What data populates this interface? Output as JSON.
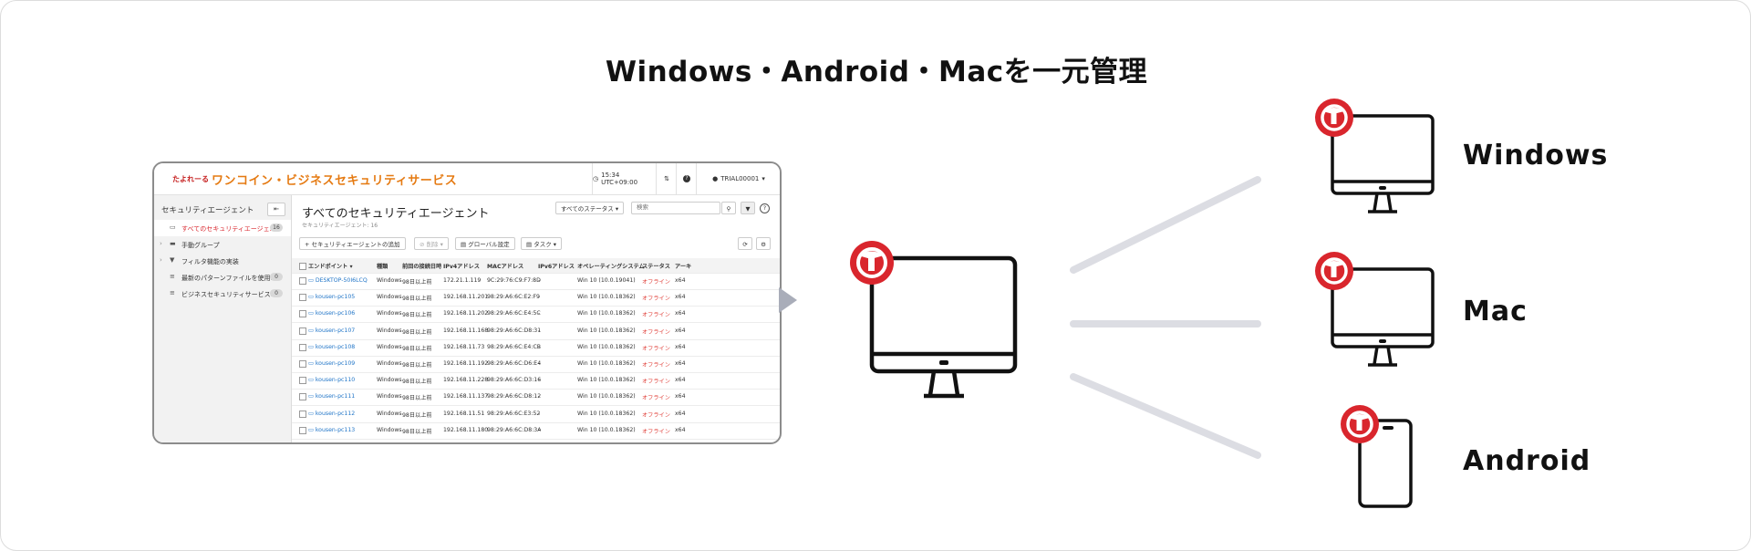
{
  "title": "Windows・Android・Macを一元管理",
  "app": {
    "brand_small": "たよれーる",
    "brand_name": "ワンコイン・ビジネスセキュリティサービス",
    "time": "15:34 UTC+09:00",
    "account": "TRIAL00001",
    "sidebar": {
      "heading": "セキュリティエージェント",
      "items": [
        {
          "label": "すべてのセキュリティエージェ...",
          "count": "16",
          "selected": true
        },
        {
          "label": "手動グループ",
          "count": "",
          "selected": false
        },
        {
          "label": "フィルタ機能の実装",
          "count": "",
          "selected": false
        },
        {
          "label": "最新のパターンファイルを使用...",
          "count": "0",
          "selected": false
        },
        {
          "label": "ビジネスセキュリティサービス...",
          "count": "0",
          "selected": false
        }
      ]
    },
    "main_title": "すべてのセキュリティエージェント",
    "main_sub": "セキュリティエージェント: 16",
    "status_filter": "すべてのステータス",
    "search_placeholder": "検索",
    "toolbar": {
      "add": "セキュリティエージェントの追加",
      "delete": "削除",
      "global": "グローバル設定",
      "task": "タスク"
    },
    "columns": [
      "エンドポイント",
      "種類",
      "前回の接続日時",
      "IPv4アドレス",
      "MACアドレス",
      "IPv6アドレス",
      "オペレーティングシステム",
      "ステータス",
      "アーキ"
    ],
    "rows": [
      [
        "DESKTOP-50I6LCQ",
        "Windows",
        "98日以上前",
        "172.21.1.119",
        "9C:29:76:C9:F7:8D",
        "-",
        "Win 10 (10.0.19041)",
        "オフライン",
        "x64"
      ],
      [
        "kousen-pc105",
        "Windows",
        "98日以上前",
        "192.168.11.201",
        "98:29:A6:6C:E2:F9",
        "-",
        "Win 10 (10.0.18362)",
        "オフライン",
        "x64"
      ],
      [
        "kousen-pc106",
        "Windows",
        "98日以上前",
        "192.168.11.202",
        "98:29:A6:6C:E4:5C",
        "-",
        "Win 10 (10.0.18362)",
        "オフライン",
        "x64"
      ],
      [
        "kousen-pc107",
        "Windows",
        "98日以上前",
        "192.168.11.168",
        "98:29:A6:6C:D8:31",
        "-",
        "Win 10 (10.0.18362)",
        "オフライン",
        "x64"
      ],
      [
        "kousen-pc108",
        "Windows",
        "98日以上前",
        "192.168.11.73",
        "98:29:A6:6C:E4:CB",
        "-",
        "Win 10 (10.0.18362)",
        "オフライン",
        "x64"
      ],
      [
        "kousen-pc109",
        "Windows",
        "98日以上前",
        "192.168.11.192",
        "98:29:A6:6C:D6:E4",
        "-",
        "Win 10 (10.0.18362)",
        "オフライン",
        "x64"
      ],
      [
        "kousen-pc110",
        "Windows",
        "98日以上前",
        "192.168.11.228",
        "98:29:A6:6C:D3:16",
        "-",
        "Win 10 (10.0.18362)",
        "オフライン",
        "x64"
      ],
      [
        "kousen-pc111",
        "Windows",
        "98日以上前",
        "192.168.11.137",
        "98:29:A6:6C:D8:12",
        "-",
        "Win 10 (10.0.18362)",
        "オフライン",
        "x64"
      ],
      [
        "kousen-pc112",
        "Windows",
        "98日以上前",
        "192.168.11.51",
        "98:29:A6:6C:E3:52",
        "-",
        "Win 10 (10.0.18362)",
        "オフライン",
        "x64"
      ],
      [
        "kousen-pc113",
        "Windows",
        "98日以上前",
        "192.168.11.180",
        "98:29:A6:6C:D8:3A",
        "-",
        "Win 10 (10.0.18362)",
        "オフライン",
        "x64"
      ]
    ]
  },
  "devices": [
    {
      "label": "Windows",
      "icon": "monitor-icon"
    },
    {
      "label": "Mac",
      "icon": "monitor-icon"
    },
    {
      "label": "Android",
      "icon": "smartphone-icon"
    }
  ],
  "colors": {
    "badge": "#d9262d",
    "connector": "#dcdde3",
    "pointer": "#a9adb9",
    "offline": "#e0403a",
    "link": "#1f74c7"
  }
}
